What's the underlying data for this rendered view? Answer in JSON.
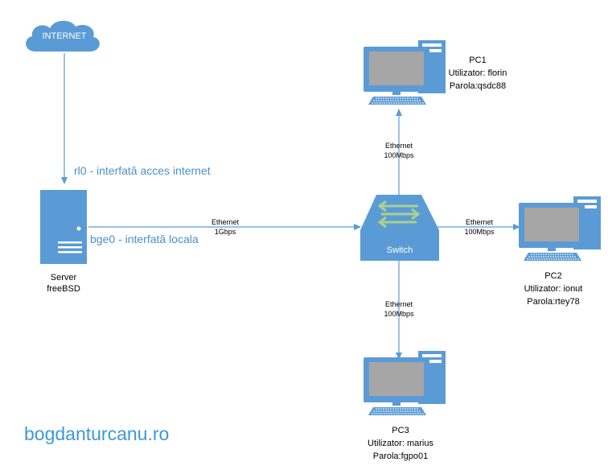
{
  "cloud": {
    "label": "INTERNET"
  },
  "server": {
    "name": "Server",
    "os": "freeBSD",
    "rl0_label": "rl0 - interfată acces internet",
    "bge0_label": "bge0 - interfată locala"
  },
  "switch": {
    "label": "Switch"
  },
  "links": {
    "server_switch": {
      "type": "Ethernet",
      "speed": "1Gbps"
    },
    "switch_pc1": {
      "type": "Ethernet",
      "speed": "100Mbps"
    },
    "switch_pc2": {
      "type": "Ethernet",
      "speed": "100Mbps"
    },
    "switch_pc3": {
      "type": "Ethernet",
      "speed": "100Mbps"
    }
  },
  "pc1": {
    "name": "PC1",
    "user": "Utilizator: florin",
    "pass": "Parola:qsdc88"
  },
  "pc2": {
    "name": "PC2",
    "user": "Utilizator: ionut",
    "pass": "Parola:rtey78"
  },
  "pc3": {
    "name": "PC3",
    "user": "Utilizator: marius",
    "pass": "Parola:fgpo01"
  },
  "site": "bogdanturcanu.ro",
  "colors": {
    "device": "#5b9bd5",
    "screen": "#a6a6a6",
    "arrow": "#5b9bd5",
    "switch_arrows": "#a9d18e"
  }
}
